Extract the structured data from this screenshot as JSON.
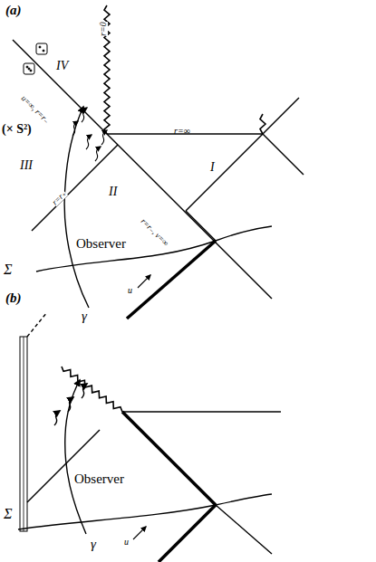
{
  "diagram": {
    "labels": [
      "(a)",
      "(× S²)",
      "IV",
      "III",
      "II",
      "I",
      "r=0",
      "u=∞, r=r₋",
      "r=∞",
      "r=r₋, v=∞",
      "r=r₊",
      "Observer",
      "Σ",
      "γ",
      "u",
      "(b)",
      "Observer",
      "Σ",
      "γ",
      "u"
    ]
  }
}
